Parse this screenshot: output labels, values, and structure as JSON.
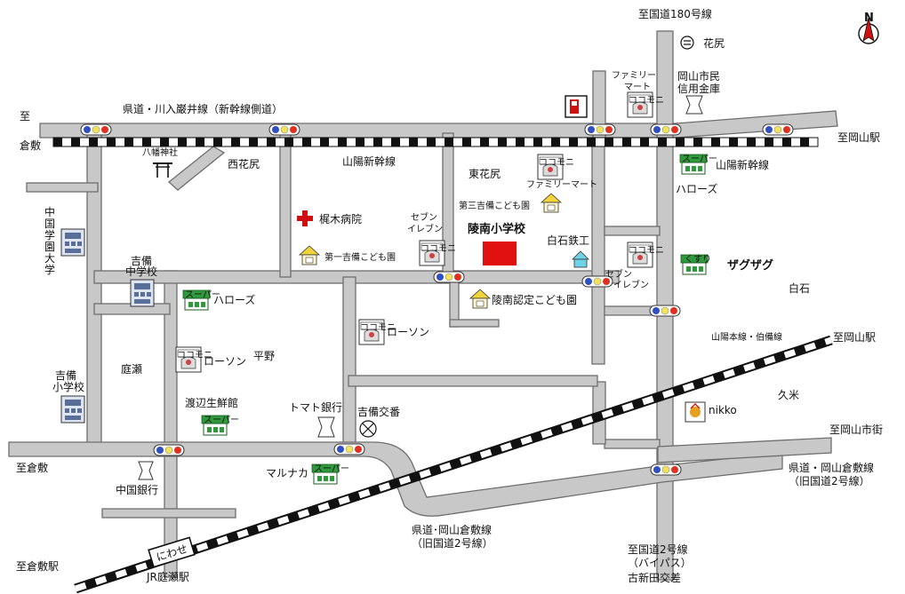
{
  "labels": {
    "route180": "至国道180号線",
    "north": "N",
    "kibitsu_line": "県道・川入巌井線（新幹線側道）",
    "to_kurashiki_top_1": "至",
    "to_kurashiki_top_2": "倉敷",
    "to_okayama_station_top": "至岡山駅",
    "hanajiri": "花尻",
    "family_mart_top_1": "ファミリー",
    "family_mart_top_2": "マート",
    "okayama_bank_1": "岡山市民",
    "okayama_bank_2": "信用金庫",
    "hachiman_shrine": "八幡神社",
    "nishihanajiri": "西花尻",
    "sanyo_shinkansen_center": "山陽新幹線",
    "higashihanajiri": "東花尻",
    "family_mart_mid": "ファミリーマート",
    "sanyo_shinkansen_right": "山陽新幹線",
    "harozu_top": "ハローズ",
    "chugoku_gakuen_1": "中",
    "chugoku_gakuen_2": "国",
    "chugoku_gakuen_3": "学",
    "chugoku_gakuen_4": "園",
    "chugoku_gakuen_5": "大",
    "chugoku_gakuen_6": "学",
    "kajiki_hospital": "梶木病院",
    "daisan_kodomoen": "第三吉備こども園",
    "seven_eleven_mid_1": "セブン",
    "seven_eleven_mid_2": "イレブン",
    "ryonan_school": "陵南小学校",
    "shiraishi_tekko": "白石鉄工",
    "zagzag": "ザグザグ",
    "kibi_junior_1": "吉備",
    "kibi_junior_2": "中学校",
    "daiichi_kodomoen": "第一吉備こども園",
    "seven_eleven_right_1": "セブン",
    "seven_eleven_right_2": "イレブン",
    "shiraishi": "白石",
    "harozu_left": "ハローズ",
    "ryonan_nintei": "陵南認定こども園",
    "lawson_center": "ローソン",
    "sanyo_main_line": "山陽本線・伯備線",
    "to_okayama_station_mid": "至岡山駅",
    "niwase": "庭瀬",
    "lawson_left": "ローソン",
    "hirano": "平野",
    "kibi_elem_1": "吉備",
    "kibi_elem_2": "小学校",
    "kume": "久米",
    "watanabe": "渡辺生鮮館",
    "tomato_bank": "トマト銀行",
    "kibi_police": "吉備交番",
    "nikko": "nikko",
    "to_okayama_city": "至岡山市街",
    "to_kurashiki_left": "至倉敷",
    "marunaka": "マルナカ",
    "okayama_kurashiki_right_1": "県道・岡山倉敷線",
    "okayama_kurashiki_right_2": "（旧国道2号線）",
    "chugoku_bank": "中国銀行",
    "okayama_kurashiki_bottom_1": "県道･岡山倉敷線",
    "okayama_kurashiki_bottom_2": "（旧国道2号線）",
    "route2_1": "至国道2号線",
    "route2_2": "（バイパス）",
    "route2_3": "古新田交差",
    "to_kurashiki_station": "至倉敷駅",
    "jr_niwase_station": "JR庭瀬駅",
    "niwase_sign": "にわせ",
    "conv_icon": "ココモニ",
    "super_icon": "スーパー",
    "drug_icon": "くすり"
  },
  "icons": {
    "traffic_light": "traffic-light-icon",
    "school": "school-icon",
    "kindergarten": "house-icon",
    "hospital": "red-cross-icon",
    "shrine": "torii-icon",
    "bank": "bank-icon",
    "police": "police-box-icon",
    "gas": "gas-station-icon",
    "convenience": "convenience-store-icon",
    "supermarket": "supermarket-icon",
    "drugstore": "drugstore-icon",
    "compass": "north-arrow-icon"
  },
  "colors": {
    "road": "#c8c8c8",
    "road_edge": "#6e6e6e",
    "school": "#e01010",
    "light_red": "#e03020",
    "light_yellow": "#f3e35a",
    "light_blue": "#3050c0",
    "house_roof": "#f1d33c",
    "super_green": "#2e9a3c"
  }
}
